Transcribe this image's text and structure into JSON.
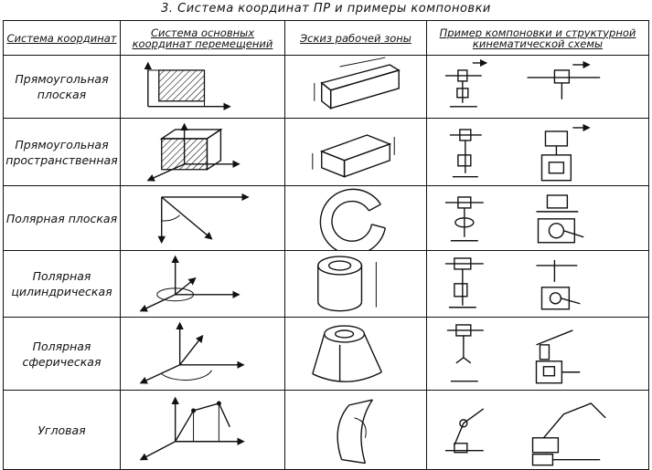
{
  "title": "3. Система координат ПР и примеры компоновки",
  "headers": [
    "Система координат",
    "Система основных координат перемещений",
    "Эскиз рабочей зоны",
    "Пример компоновки и структурной кинематической схемы"
  ],
  "rows": [
    {
      "name": "Прямоугольная плоская"
    },
    {
      "name": "Прямоугольная пространственная"
    },
    {
      "name": "Полярная плоская"
    },
    {
      "name": "Полярная цилиндрическая"
    },
    {
      "name": "Полярная сферическая"
    },
    {
      "name": "Угловая"
    }
  ]
}
